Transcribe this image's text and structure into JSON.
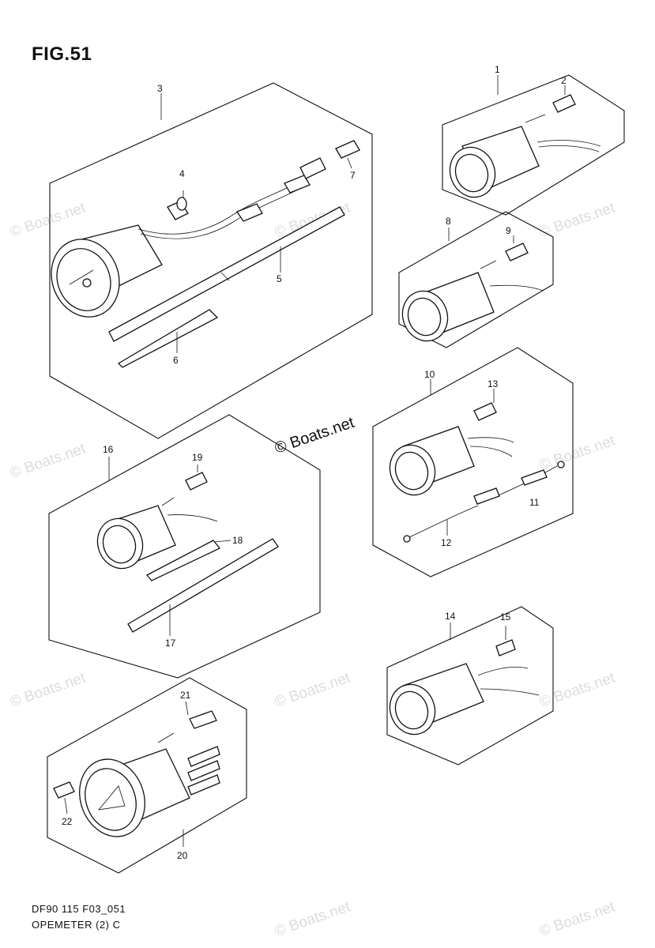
{
  "figure_title": "FIG.51",
  "copyright": "© Boats.net",
  "watermark": "© Boats.net",
  "footer": {
    "code": "DF90 115 F03_051",
    "name": "OPEMETER (2) C"
  },
  "callouts": [
    "1",
    "2",
    "3",
    "4",
    "5",
    "6",
    "7",
    "8",
    "9",
    "10",
    "11",
    "12",
    "13",
    "14",
    "15",
    "16",
    "17",
    "18",
    "19",
    "20",
    "21",
    "22"
  ]
}
